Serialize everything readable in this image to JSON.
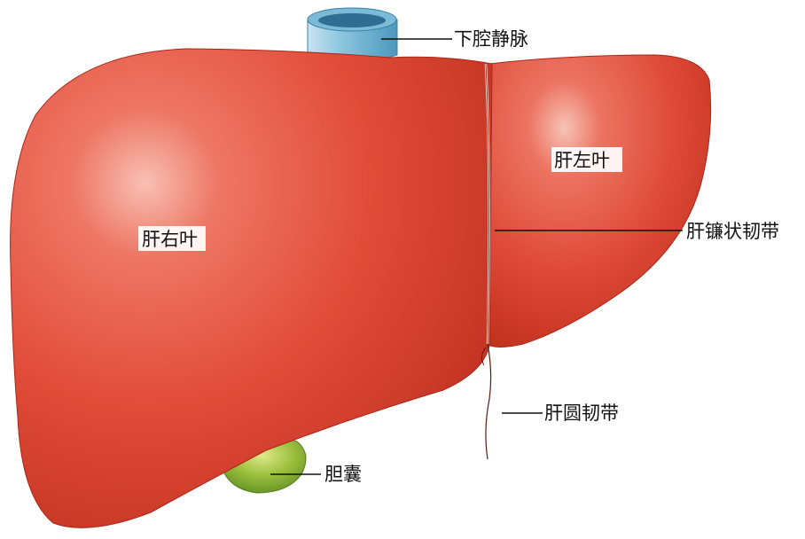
{
  "labels": {
    "ivc": "下腔静脉",
    "right_lobe": "肝右叶",
    "left_lobe": "肝左叶",
    "falciform": "肝镰状韧带",
    "round_ligament": "肝圆韧带",
    "gallbladder": "胆囊"
  },
  "colors": {
    "liver": "#e0503c",
    "liver_dark": "#b8281c",
    "ivc": "#6fb6d6",
    "gallbladder": "#8ab43a",
    "leader_line": "#111111"
  }
}
